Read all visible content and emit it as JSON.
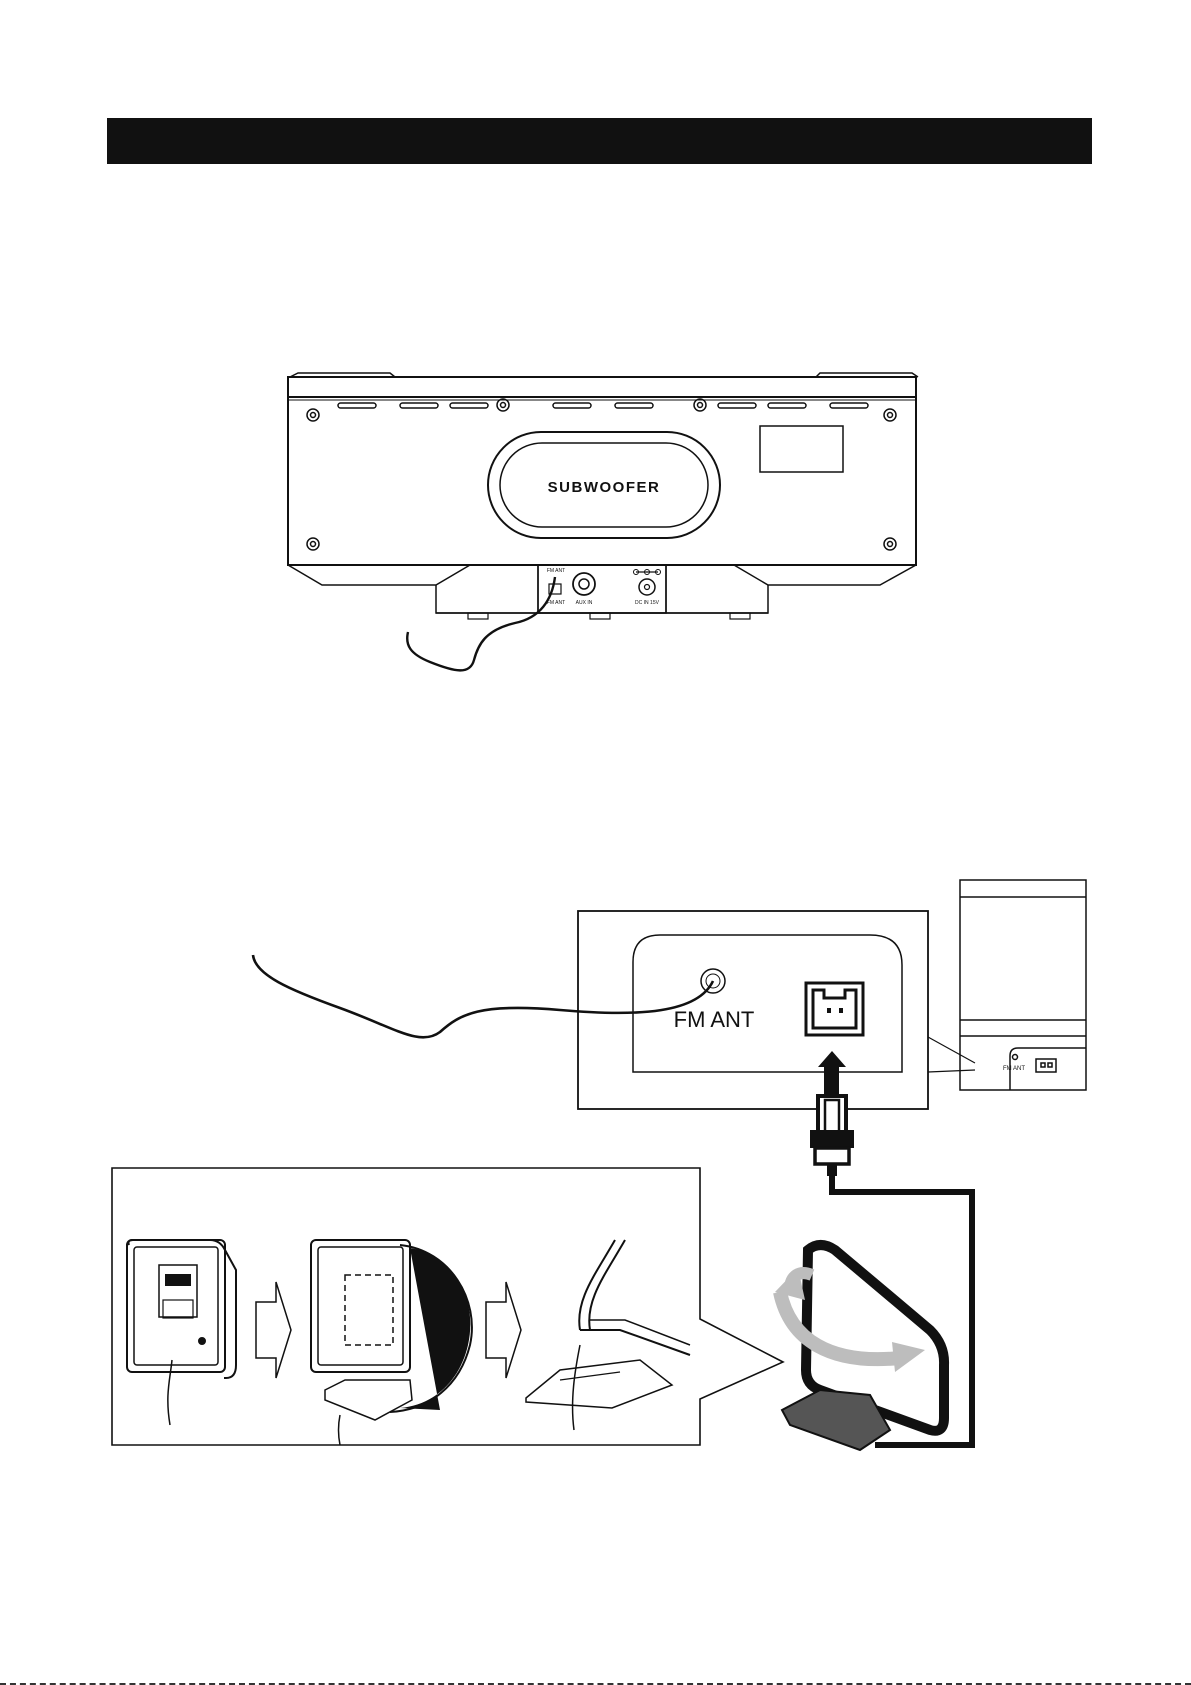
{
  "header": {
    "title": ""
  },
  "figure_top": {
    "speaker_label": "SUBWOOFER",
    "jack_fm_top": "FM ANT",
    "jack_fm_bottom": "FM ANT",
    "jack_aux": "AUX IN",
    "jack_dc": "DC IN 15V"
  },
  "figure_bottom": {
    "zoom_label": "FM ANT",
    "side_label": "FM ANT"
  },
  "colors": {
    "ink": "#111111",
    "paper": "#ffffff",
    "arrow_grey": "#bdbdbd",
    "stand_grey": "#555555"
  }
}
